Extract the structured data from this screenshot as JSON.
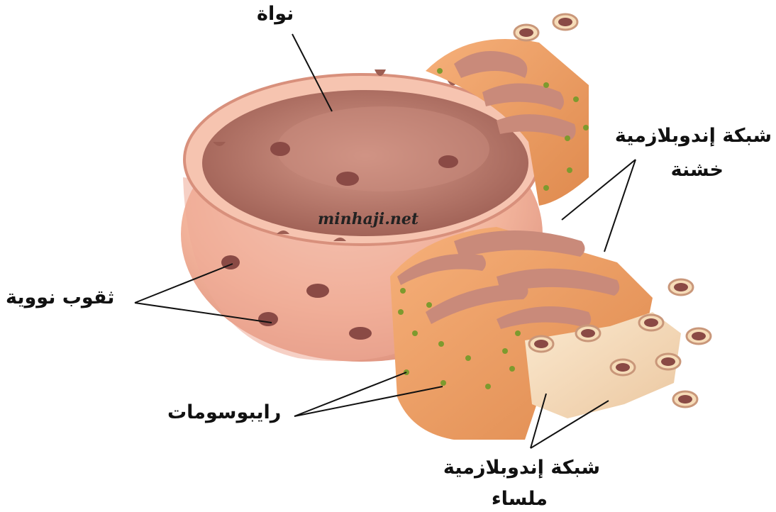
{
  "labels": {
    "nucleus": "نواة",
    "rough_er_line1": "شبكة إندوبلازمية",
    "rough_er_line2": "خشنة",
    "nuclear_pores": "ثقوب نووية",
    "ribosomes": "رايبوسومات",
    "smooth_er_line1": "شبكة إندوبلازمية",
    "smooth_er_line2": "ملساء"
  },
  "watermark": "minhaji.net",
  "colors": {
    "background": "#ffffff",
    "nucleus_outer": "#f2b39b",
    "nucleus_inner": "#b8776a",
    "rough_er": "#ec9a5e",
    "rough_er_fold": "#c98a7a",
    "ribosome": "#7d9a2e",
    "smooth_er": "#f6dcb8",
    "leader_line": "#111111"
  }
}
